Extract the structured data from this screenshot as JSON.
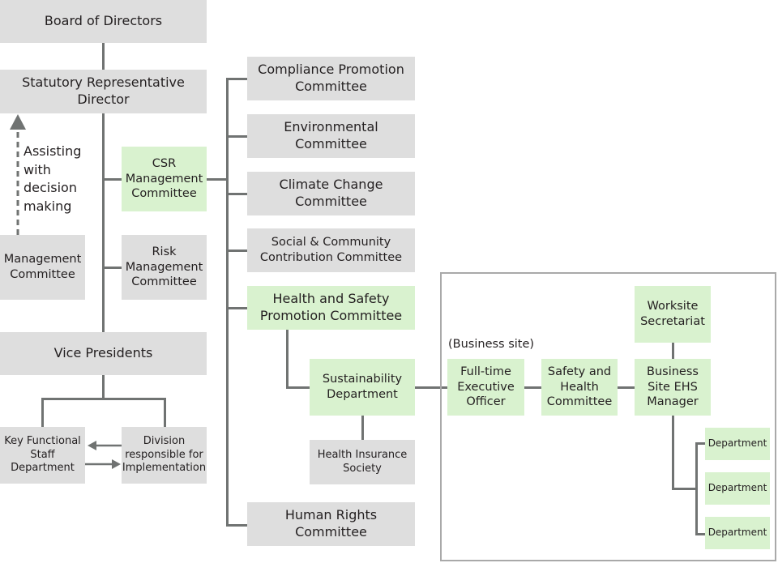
{
  "nodes": {
    "board": "Board of Directors",
    "statutory_rep": "Statutory Representative\nDirector",
    "csr_mgmt": "CSR\nManagement\nCommittee",
    "risk_mgmt": "Risk\nManagement\nCommittee",
    "management_committee": "Management\nCommittee",
    "vice_presidents": "Vice Presidents",
    "key_functional": "Key Functional\nStaff\nDepartment",
    "division_impl": "Division\nresponsible for\nImplementation",
    "compliance": "Compliance Promotion\nCommittee",
    "environmental": "Environmental\nCommittee",
    "climate": "Climate Change\nCommittee",
    "social": "Social & Community\nContribution Committee",
    "health_safety": "Health and Safety\nPromotion Committee",
    "sustainability": "Sustainability\nDepartment",
    "health_insurance": "Health Insurance\nSociety",
    "human_rights": "Human Rights\nCommittee",
    "fulltime_exec": "Full-time\nExecutive\nOfficer",
    "safety_health_committee": "Safety and\nHealth\nCommittee",
    "ehs_manager": "Business\nSite EHS\nManager",
    "worksite_secretariat": "Worksite\nSecretariat",
    "departments": [
      "Department",
      "Department",
      "Department"
    ]
  },
  "labels": {
    "assisting": "Assisting\nwith\ndecision\nmaking",
    "business_site": "(Business site)"
  },
  "colors": {
    "gray_box": "#dedede",
    "green_box": "#d9f2cf",
    "connector": "#707372",
    "frame": "#a9a9a9"
  }
}
